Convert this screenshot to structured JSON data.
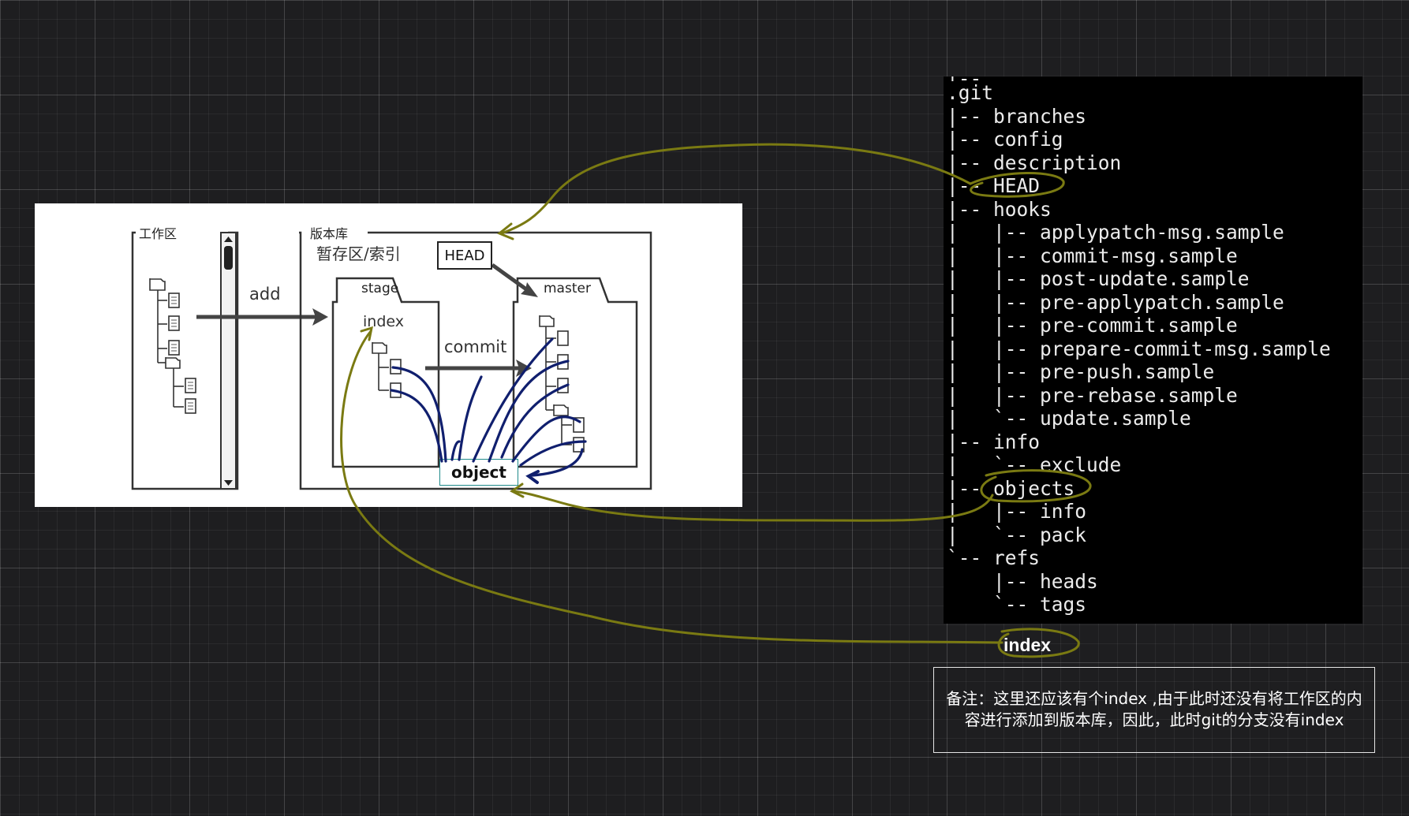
{
  "diagram": {
    "workspace_label": "工作区",
    "repo_label": "版本库",
    "staging_label": "暂存区/索引",
    "add_label": "add",
    "commit_label": "commit",
    "head_label": "HEAD",
    "stage_tab": "stage",
    "master_tab": "master",
    "index_label": "index",
    "object_label": "object"
  },
  "terminal": {
    "top_fragment": "|-- ...",
    "lines": [
      ".git",
      "|-- branches",
      "|-- config",
      "|-- description",
      "|-- HEAD",
      "|-- hooks",
      "|   |-- applypatch-msg.sample",
      "|   |-- commit-msg.sample",
      "|   |-- post-update.sample",
      "|   |-- pre-applypatch.sample",
      "|   |-- pre-commit.sample",
      "|   |-- prepare-commit-msg.sample",
      "|   |-- pre-push.sample",
      "|   |-- pre-rebase.sample",
      "|   `-- update.sample",
      "|-- info",
      "|   `-- exclude",
      "|-- objects",
      "|   |-- info",
      "|   `-- pack",
      "`-- refs",
      "    |-- heads",
      "    `-- tags"
    ]
  },
  "annotations": {
    "index_label": "index",
    "note_text": "备注：这里还应该有个index ,由于此时还没有将工作区的内容进行添加到版本库，因此，此时git的分支没有index"
  },
  "colors": {
    "background": "#1e1e20",
    "terminal_bg": "#000000",
    "annotation_olive": "#7a7a12",
    "annotation_navy": "#101f6e"
  }
}
